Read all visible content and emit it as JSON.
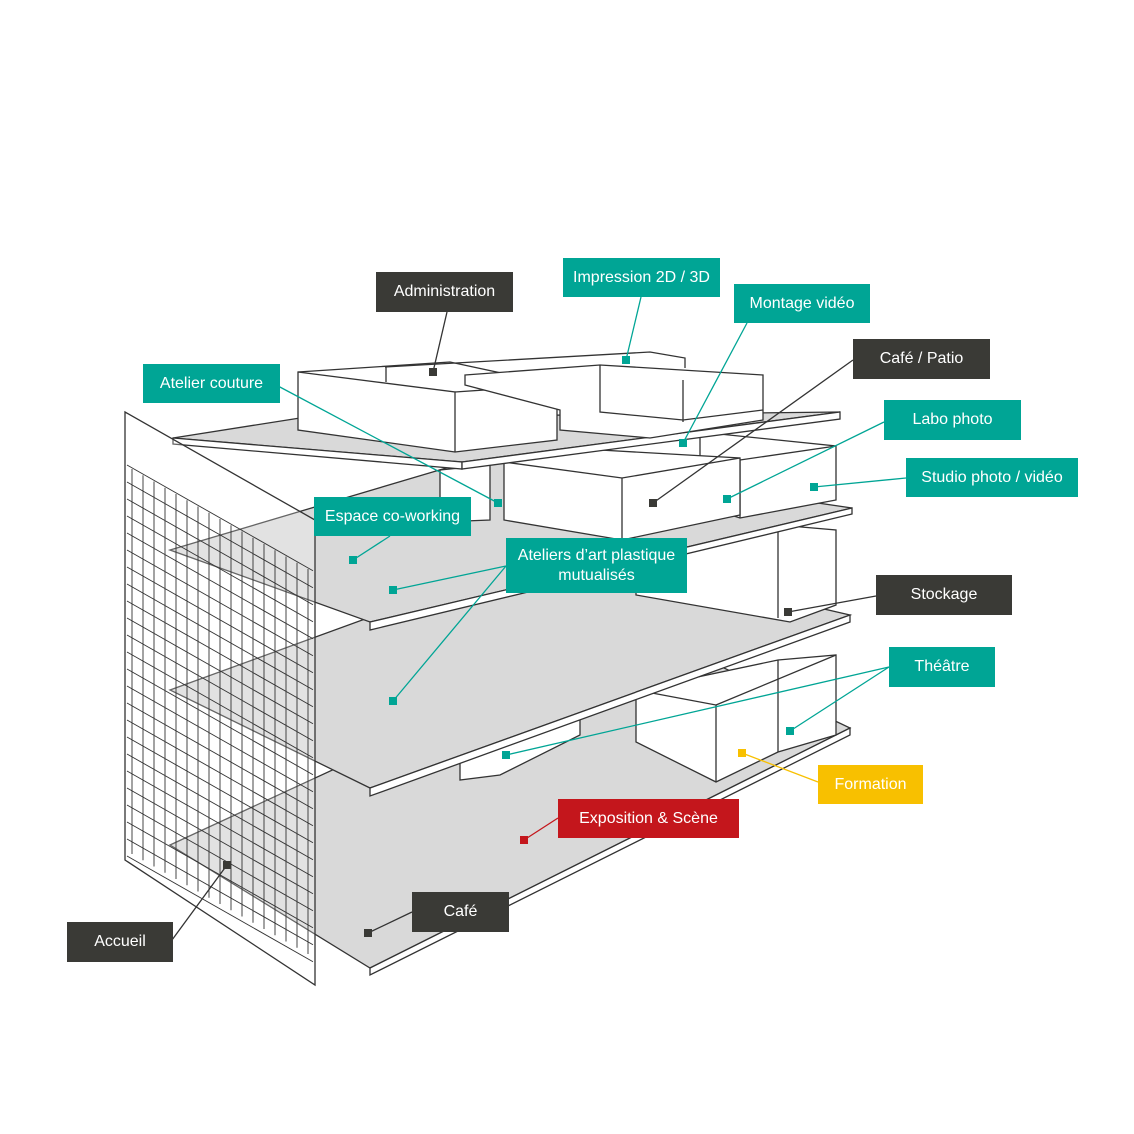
{
  "colors": {
    "teal": "#00a595",
    "dark": "#3a3a36",
    "red": "#c4161c",
    "yellow": "#f8c000",
    "floor": "#d9d9d9"
  },
  "labels": {
    "administration": "Administration",
    "impression": "Impression 2D / 3D",
    "montage": "Montage vidéo",
    "cafe_patio": "Café / Patio",
    "atelier_couture": "Atelier couture",
    "labo_photo": "Labo photo",
    "studio_photo": "Studio photo / vidéo",
    "coworking": "Espace co-working",
    "ateliers_line1": "Ateliers d’art plastique",
    "ateliers_line2": "mutualisés",
    "stockage": "Stockage",
    "theatre": "Théâtre",
    "formation": "Formation",
    "exposition": "Exposition & Scène",
    "cafe": "Café",
    "accueil": "Accueil"
  }
}
